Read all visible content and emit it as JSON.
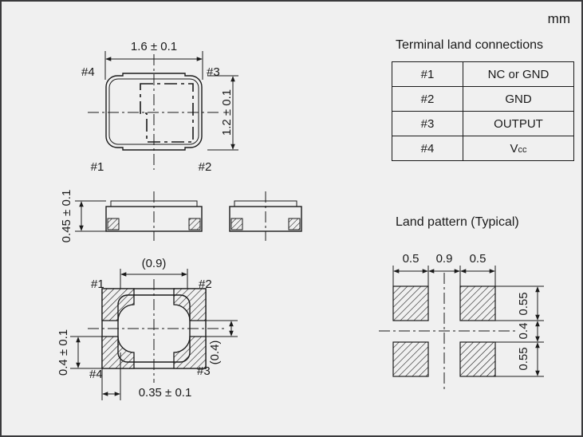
{
  "page": {
    "unit_label": "mm",
    "background_color": "#f0f0f0",
    "line_color": "#1a1a1a",
    "border_color": "#3a3a3c"
  },
  "top_view": {
    "name": "top-view",
    "dim_width": "1.6 ± 0.1",
    "dim_height": "1.2 ± 0.1",
    "pin_tl": "#4",
    "pin_tr": "#3",
    "pin_bl": "#1",
    "pin_br": "#2"
  },
  "side_views": {
    "name": "side-views",
    "dim_height": "0.45 ± 0.1"
  },
  "bottom_view": {
    "name": "bottom-view",
    "dim_inner_width": "(0.9)",
    "dim_pad_height": "0.4 ± 0.1",
    "dim_gap_height": "(0.4)",
    "dim_pad_width": "0.35 ± 0.1",
    "pin_tl": "#1",
    "pin_tr": "#2",
    "pin_bl": "#4",
    "pin_br": "#3"
  },
  "terminal_table": {
    "title": "Terminal land connections",
    "rows": [
      {
        "pin": "#1",
        "fn": "NC or GND"
      },
      {
        "pin": "#2",
        "fn": "GND"
      },
      {
        "pin": "#3",
        "fn": "OUTPUT"
      },
      {
        "pin": "#4",
        "fn": "Vcc",
        "sub": "cc",
        "base": "V"
      }
    ]
  },
  "land_pattern": {
    "title": "Land pattern (Typical)",
    "dim_left_pad": "0.5",
    "dim_center_gap": "0.9",
    "dim_right_pad": "0.5",
    "dim_top_pad": "0.55",
    "dim_center_vgap": "0.4",
    "dim_bottom_pad": "0.55"
  }
}
